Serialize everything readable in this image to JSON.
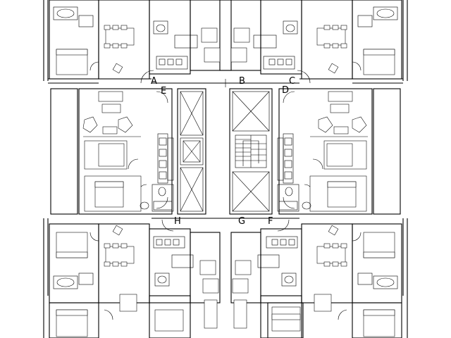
{
  "drawing": {
    "type": "architectural floor plan",
    "line_color": "#000000",
    "background": "#ffffff"
  },
  "labels": {
    "A": "A",
    "B": "B",
    "C": "C",
    "D": "D",
    "E": "E",
    "F": "F",
    "G": "G",
    "H": "H"
  }
}
